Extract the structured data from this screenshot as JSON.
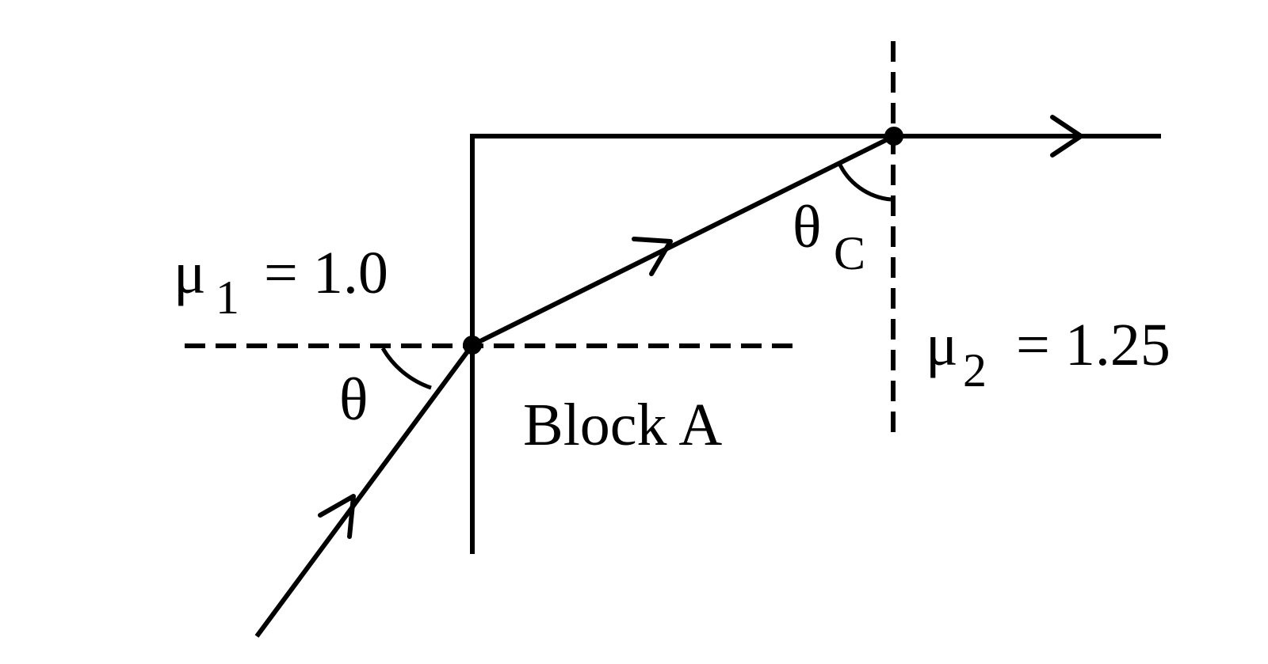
{
  "labels": {
    "mu1_symbol": "μ",
    "mu1_subscript": "1",
    "mu1_value": "= 1.0",
    "mu2_symbol": "μ",
    "mu2_subscript": "2",
    "mu2_value": "= 1.25",
    "theta": "θ",
    "theta_c_symbol": "θ",
    "theta_c_subscript": "C",
    "block": "Block A"
  },
  "colors": {
    "ink": "#000000",
    "background": "#ffffff"
  }
}
